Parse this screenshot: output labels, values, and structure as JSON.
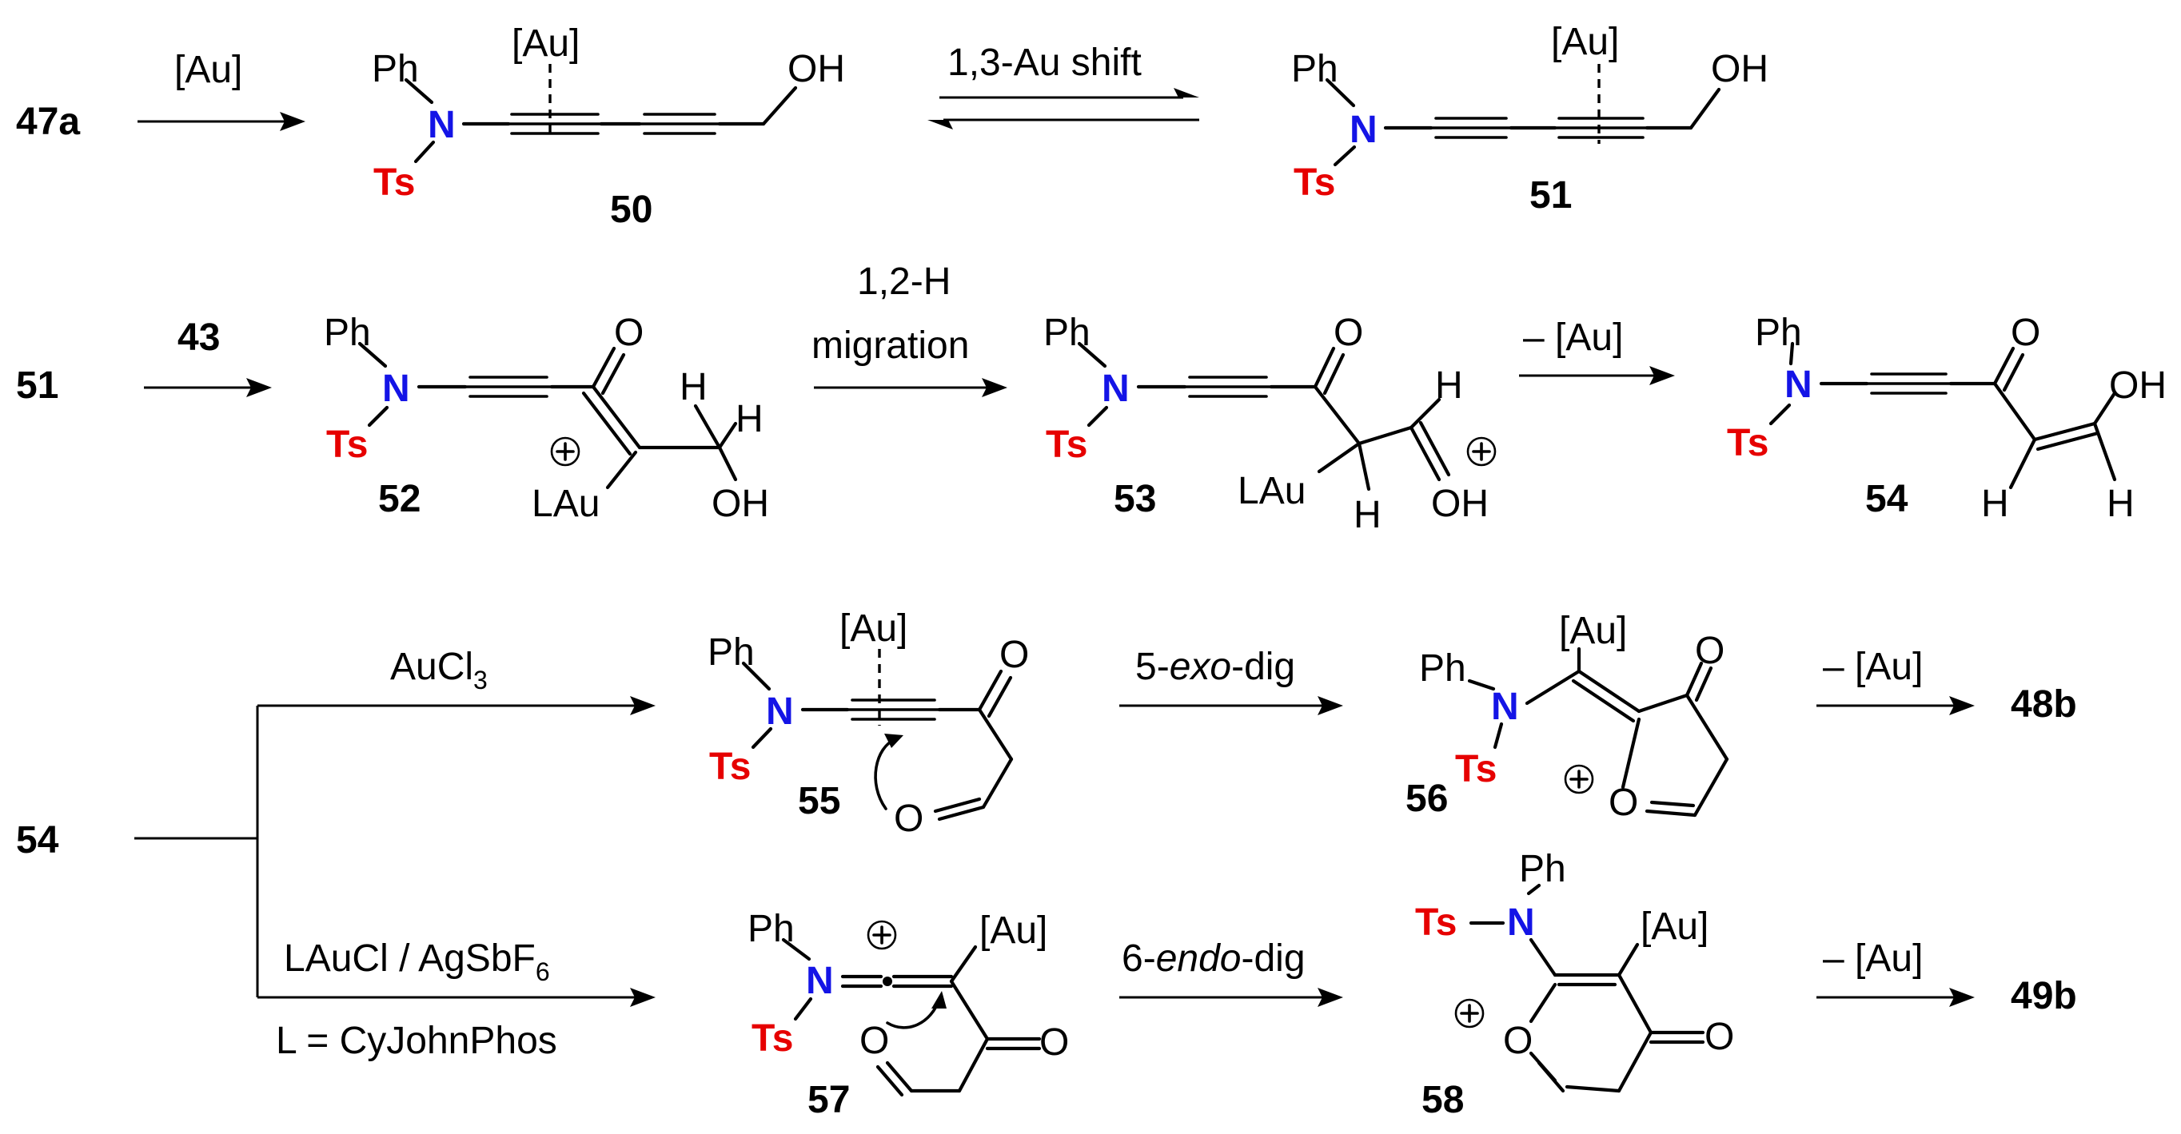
{
  "compounds": {
    "c47a": "47a",
    "c50": "50",
    "c51": "51",
    "c51b": "51",
    "c43": "43",
    "c52": "52",
    "c53": "53",
    "c54": "54",
    "c54b": "54",
    "c55": "55",
    "c56": "56",
    "c57": "57",
    "c58": "58",
    "c48b": "48b",
    "c49b": "49b"
  },
  "atoms": {
    "Ph": "Ph",
    "N": "N",
    "Ts": "Ts",
    "Au": "[Au]",
    "OH": "OH",
    "O": "O",
    "H": "H",
    "LAu": "LAu"
  },
  "conditions": {
    "au": "[Au]",
    "shift": "1,3-Au shift",
    "migration_l1": "1,2-H",
    "migration_l2": "migration",
    "minus_au": "– [Au]",
    "aucl3_main": "AuCl",
    "aucl3_sub": "3",
    "exo_pre": "5-",
    "exo_it": "exo",
    "exo_post": "-dig",
    "lau_main": "LAuCl / AgSbF",
    "lau_sub": "6",
    "ligand": "L = CyJohnPhos",
    "endo_pre": "6-",
    "endo_it": "endo",
    "endo_post": "-dig"
  },
  "colors": {
    "nitrogen": "#1414e6",
    "tosyl": "#e60000",
    "ink": "#000000"
  }
}
